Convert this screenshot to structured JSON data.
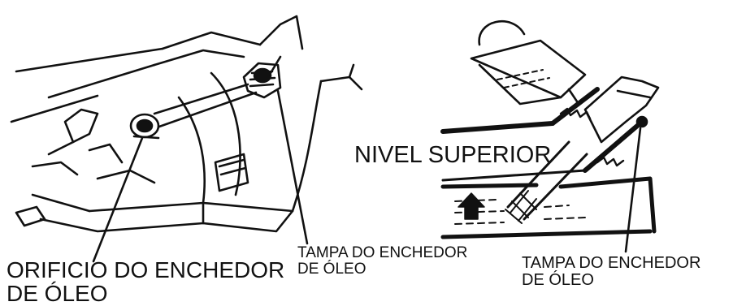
{
  "labels": {
    "filler_hole": {
      "line1": "ORIFICIO DO ENCHEDOR",
      "line2": "DE ÓLEO"
    },
    "filler_cap_left": {
      "line1": "TAMPA DO ENCHEDOR",
      "line2": "DE ÓLEO"
    },
    "upper_level": "NIVEL SUPERIOR",
    "filler_cap_right": {
      "line1": "TAMPA DO ENCHEDOR",
      "line2": "DE ÓLEO"
    }
  }
}
